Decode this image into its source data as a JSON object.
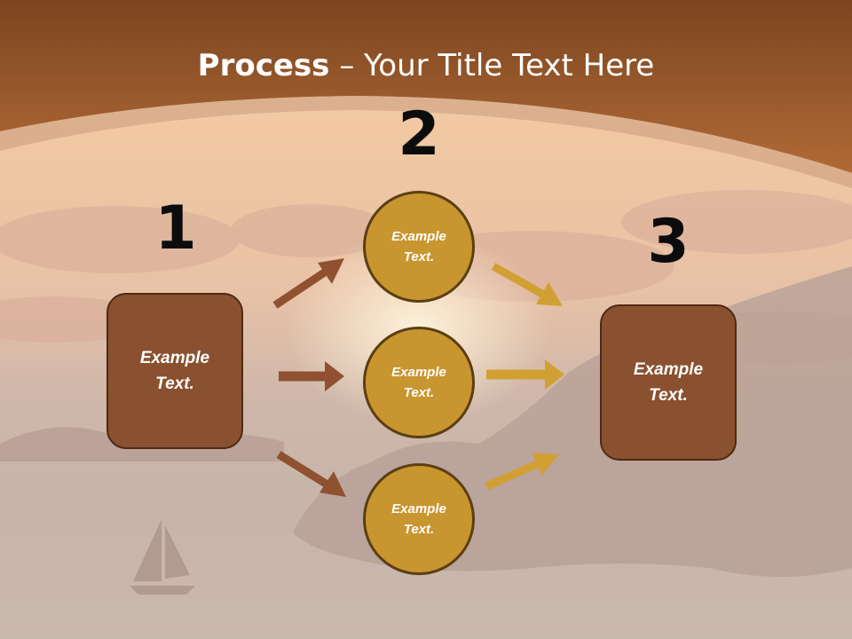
{
  "title": {
    "bold": "Process",
    "separator": " – ",
    "rest": "Your Title Text Here"
  },
  "steps": {
    "step1": {
      "number": "1",
      "label": "Example\nText."
    },
    "step2": {
      "number": "2",
      "items": [
        "Example\nText.",
        "Example\nText.",
        "Example\nText."
      ]
    },
    "step3": {
      "number": "3",
      "label": "Example\nText."
    }
  },
  "colors": {
    "header": "#9a5a2e",
    "box_fill": "#8a5130",
    "circle_fill": "#c9952f",
    "arrow_left": "#8f5130",
    "arrow_right": "#d1a034"
  }
}
